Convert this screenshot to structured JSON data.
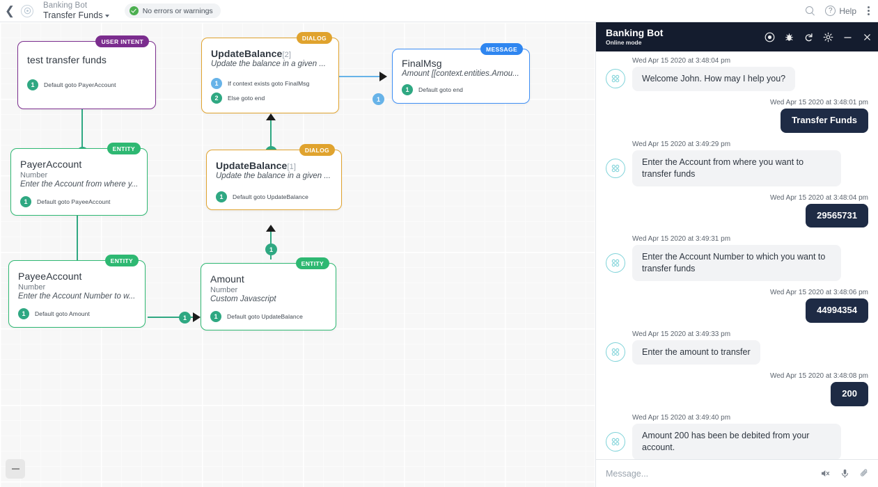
{
  "topbar": {
    "back_icon": "chevron-left-icon",
    "avatar_icon": "bot-avatar-icon",
    "bot_name": "Banking Bot",
    "flow_name": "Transfer Funds",
    "status_text": "No errors or warnings",
    "search_icon": "search-icon",
    "help_label": "Help",
    "help_icon": "question-circle-icon",
    "more_icon": "kebab-menu-icon"
  },
  "canvas": {
    "zoom_out_label": "zoom-out",
    "nodes": [
      {
        "id": "test-transfer-funds",
        "badge": "USER INTENT",
        "type": "intent",
        "title": "test transfer funds",
        "index": "",
        "subtitle": "",
        "description": "",
        "connections": [
          {
            "num": "1",
            "label": "Default goto PayerAccount",
            "color": "green"
          }
        ]
      },
      {
        "id": "payer-account",
        "badge": "ENTITY",
        "type": "entity",
        "title": "PayerAccount",
        "index": "",
        "subtitle": "Number",
        "description": "Enter the Account from where y...",
        "connections": [
          {
            "num": "1",
            "label": "Default goto PayeeAccount",
            "color": "green"
          }
        ]
      },
      {
        "id": "payee-account",
        "badge": "ENTITY",
        "type": "entity",
        "title": "PayeeAccount",
        "index": "",
        "subtitle": "Number",
        "description": "Enter the Account Number to w...",
        "connections": [
          {
            "num": "1",
            "label": "Default goto Amount",
            "color": "green"
          }
        ]
      },
      {
        "id": "amount",
        "badge": "ENTITY",
        "type": "entity",
        "title": "Amount",
        "index": "",
        "subtitle": "Number",
        "description": "Custom Javascript",
        "connections": [
          {
            "num": "1",
            "label": "Default goto UpdateBalance",
            "color": "green"
          }
        ]
      },
      {
        "id": "update-balance-1",
        "badge": "DIALOG",
        "type": "dialog",
        "title": "UpdateBalance",
        "index": "[1]",
        "subtitle": "",
        "description": "Update the balance in a given ...",
        "connections": [
          {
            "num": "1",
            "label": "Default goto UpdateBalance",
            "color": "green"
          }
        ]
      },
      {
        "id": "update-balance-2",
        "badge": "DIALOG",
        "type": "dialog",
        "title": "UpdateBalance",
        "index": "[2]",
        "subtitle": "",
        "description": "Update the balance in a given ...",
        "connections": [
          {
            "num": "1",
            "label": "If context exists goto FinalMsg",
            "color": "blue"
          },
          {
            "num": "2",
            "label": "Else goto end",
            "color": "green"
          }
        ]
      },
      {
        "id": "final-msg",
        "badge": "MESSAGE",
        "type": "message",
        "title": "FinalMsg",
        "index": "",
        "subtitle": "",
        "description": "Amount [[context.entities.Amou...",
        "connections": [
          {
            "num": "1",
            "label": "Default goto end",
            "color": "green"
          }
        ]
      }
    ],
    "edge_labels": {
      "intent_to_payer": "1",
      "payer_to_payee": "1",
      "payee_to_amount": "1",
      "amount_to_ub1": "1",
      "ub1_to_ub2": "1",
      "ub2_to_finalmsg": "1"
    }
  },
  "chat": {
    "title": "Banking Bot",
    "subtitle": "Online mode",
    "icons": [
      "record-icon",
      "bug-icon",
      "refresh-icon",
      "gear-icon",
      "minimize-icon",
      "close-icon"
    ],
    "messages": [
      {
        "from": "bot",
        "timestamp": "Wed Apr 15 2020 at 3:48:04 pm",
        "text": "Welcome John. How may I help you?"
      },
      {
        "from": "user",
        "timestamp": "Wed Apr 15 2020 at 3:48:01 pm",
        "text": "Transfer Funds"
      },
      {
        "from": "bot",
        "timestamp": "Wed Apr 15 2020 at 3:49:29 pm",
        "text": "Enter the Account from where you want to transfer funds"
      },
      {
        "from": "user",
        "timestamp": "Wed Apr 15 2020 at 3:48:04 pm",
        "text": "29565731"
      },
      {
        "from": "bot",
        "timestamp": "Wed Apr 15 2020 at 3:49:31 pm",
        "text": "Enter the Account Number to which you want to transfer funds"
      },
      {
        "from": "user",
        "timestamp": "Wed Apr 15 2020 at 3:48:06 pm",
        "text": "44994354"
      },
      {
        "from": "bot",
        "timestamp": "Wed Apr 15 2020 at 3:49:33 pm",
        "text": "Enter the amount to transfer"
      },
      {
        "from": "user",
        "timestamp": "Wed Apr 15 2020 at 3:48:08 pm",
        "text": "200"
      },
      {
        "from": "bot",
        "timestamp": "Wed Apr 15 2020 at 3:49:40 pm",
        "text": "Amount 200 has been be debited from your account."
      }
    ],
    "input_placeholder": "Message...",
    "input_icons": [
      "mute-icon",
      "microphone-icon",
      "attachment-icon"
    ]
  },
  "colors": {
    "intent": "#7b2d8e",
    "entity": "#2eb872",
    "dialog": "#e0a32e",
    "message": "#2f86f0",
    "edge_green": "#2fa882",
    "edge_blue": "#67b3e8",
    "chat_header": "#141c2e",
    "user_bubble": "#1e2b45"
  }
}
